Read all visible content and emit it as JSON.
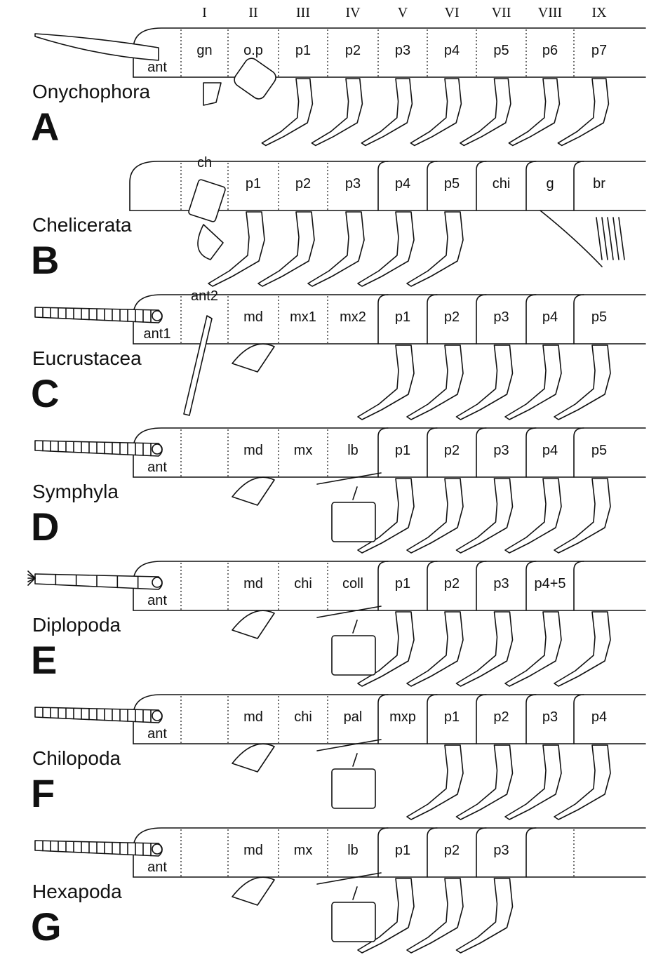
{
  "segment_numerals": [
    "I",
    "II",
    "III",
    "IV",
    "V",
    "VI",
    "VII",
    "VIII",
    "IX"
  ],
  "rows": [
    {
      "id": "A",
      "taxon": "Onychophora",
      "antenna_label": "ant",
      "antenna_style": "smooth",
      "segments": [
        "gn",
        "o.p",
        "p1",
        "p2",
        "p3",
        "p4",
        "p5",
        "p6",
        "p7"
      ]
    },
    {
      "id": "B",
      "taxon": "Chelicerata",
      "antenna_label": "",
      "antenna_style": "none",
      "segments": [
        "ch",
        "p1",
        "p2",
        "p3",
        "p4",
        "p5",
        "chi",
        "g",
        "br"
      ]
    },
    {
      "id": "C",
      "taxon": "Eucrustacea",
      "antenna_label": "ant1",
      "antenna_style": "annulated",
      "segments": [
        "ant2",
        "md",
        "mx1",
        "mx2",
        "p1",
        "p2",
        "p3",
        "p4",
        "p5"
      ]
    },
    {
      "id": "D",
      "taxon": "Symphyla",
      "antenna_label": "ant",
      "antenna_style": "annulated",
      "segments": [
        "",
        "md",
        "mx",
        "lb",
        "p1",
        "p2",
        "p3",
        "p4",
        "p5"
      ]
    },
    {
      "id": "E",
      "taxon": "Diplopoda",
      "antenna_label": "ant",
      "antenna_style": "few-segmented",
      "segments": [
        "",
        "md",
        "chi",
        "coll",
        "p1",
        "p2",
        "p3",
        "p4+5",
        ""
      ]
    },
    {
      "id": "F",
      "taxon": "Chilopoda",
      "antenna_label": "ant",
      "antenna_style": "annulated",
      "segments": [
        "",
        "md",
        "chi",
        "pal",
        "mxp",
        "p1",
        "p2",
        "p3",
        "p4"
      ]
    },
    {
      "id": "G",
      "taxon": "Hexapoda",
      "antenna_label": "ant",
      "antenna_style": "annulated",
      "segments": [
        "",
        "md",
        "mx",
        "lb",
        "p1",
        "p2",
        "p3",
        "",
        ""
      ]
    }
  ]
}
